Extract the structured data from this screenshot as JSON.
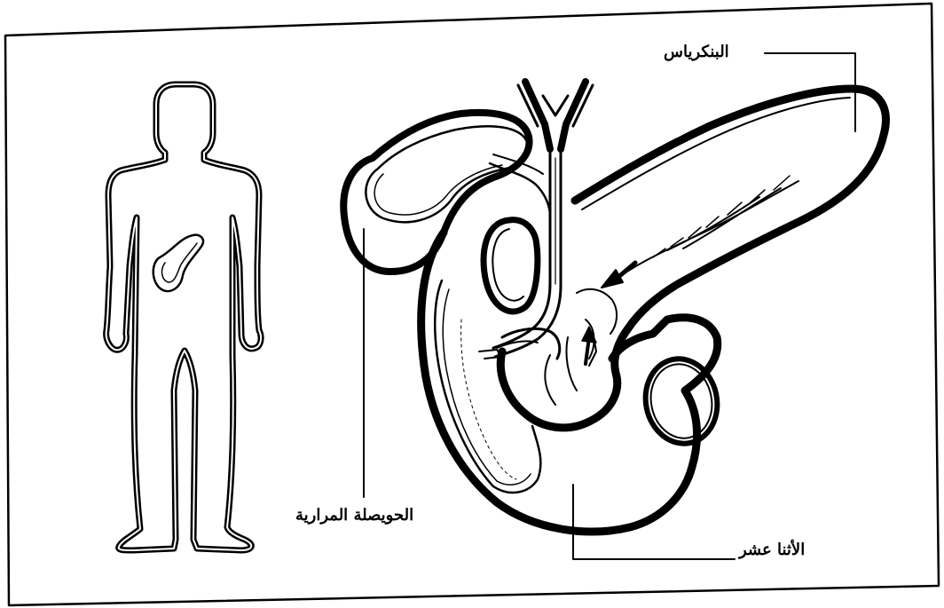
{
  "labels": {
    "pancreas": "البنكرياس",
    "gallbladder": "الحويصلة المرارية",
    "duodenum": "الأثنا عشر"
  },
  "colors": {
    "ink": "#000000",
    "paper": "#ffffff"
  }
}
